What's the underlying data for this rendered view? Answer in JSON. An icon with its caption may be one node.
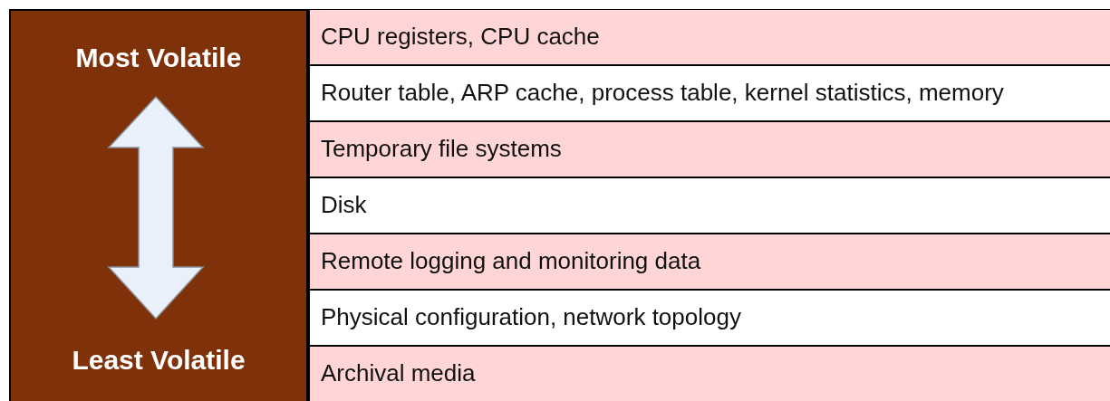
{
  "diagram": {
    "nodes": [
      {
        "text": [
          "Most Volatile",
          "Least Volatile"
        ]
      },
      {
        "text": [
          "CPU registers, CPU cache"
        ]
      },
      {
        "text": [
          "Router table, ARP cache, process table, kernel statistics, memory"
        ]
      },
      {
        "text": [
          "Temporary file systems"
        ]
      },
      {
        "text": [
          "Disk"
        ]
      },
      {
        "text": [
          "Remote logging and monitoring data"
        ]
      },
      {
        "text": [
          "Physical configuration, network topology"
        ]
      },
      {
        "text": [
          "Archival media"
        ]
      }
    ]
  }
}
